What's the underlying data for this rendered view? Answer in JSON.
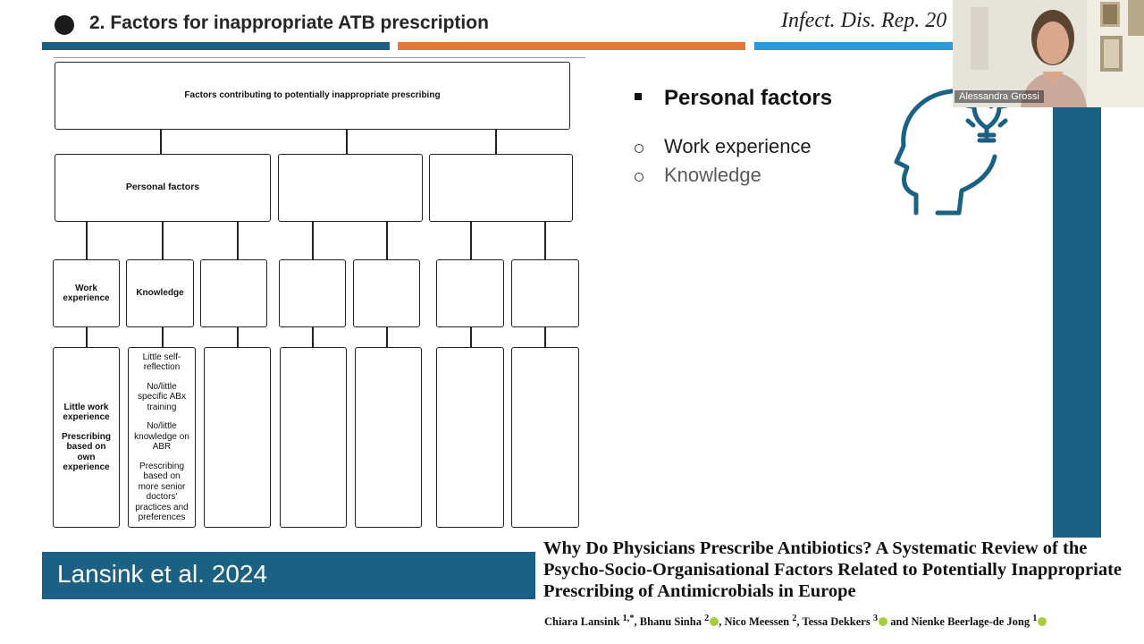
{
  "slide": {
    "title": "2. Factors for inappropriate ATB prescription",
    "journal": "Infect. Dis. Rep. 20",
    "accent_colors": {
      "blue": "#1b6183",
      "orange": "#e07a3a",
      "light_blue": "#2c9ad8"
    }
  },
  "diagram": {
    "root_label": "Factors contributing to potentially inappropriate prescribing",
    "category_labels": [
      "Personal factors",
      "",
      ""
    ],
    "factor_labels": [
      "Work experience",
      "Knowledge",
      "",
      "",
      "",
      "",
      ""
    ],
    "detail_boxes": [
      [
        "Little work experience",
        "Prescribing based on own experience"
      ],
      [
        "Little self-reflection",
        "No/little specific ABx training",
        "No/little knowledge on ABR",
        "Prescribing based on more senior doctors' practices and preferences"
      ],
      [],
      [],
      [],
      [],
      []
    ]
  },
  "bullets": {
    "heading": "Personal factors",
    "items": [
      "Work experience",
      "Knowledge"
    ],
    "item_colors": [
      "#1e1e1e",
      "#5a5a5a"
    ]
  },
  "icon": {
    "name": "head-lightbulb-icon",
    "color": "#1b6183"
  },
  "webcam": {
    "participant_name": "Alessandra Grossi"
  },
  "citation": {
    "short": "Lansink et al. 2024",
    "paper_title": "Why Do Physicians Prescribe Antibiotics? A Systematic Review of the Psycho-Socio-Organisational Factors Related to Potentially Inappropriate Prescribing of Antimicrobials in Europe",
    "authors": [
      {
        "name": "Chiara Lansink",
        "aff": "1,*",
        "orcid": false
      },
      {
        "name": "Bhanu Sinha",
        "aff": "2",
        "orcid": true
      },
      {
        "name": "Nico Meessen",
        "aff": "2",
        "orcid": false
      },
      {
        "name": "Tessa Dekkers",
        "aff": "3",
        "orcid": true
      },
      {
        "name": "Nienke Beerlage-de Jong",
        "aff": "1",
        "orcid": true
      }
    ]
  }
}
